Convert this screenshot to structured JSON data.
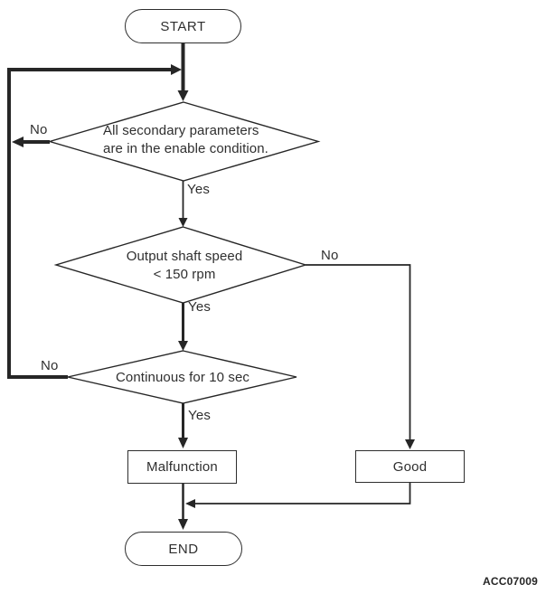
{
  "nodes": {
    "start": {
      "label": "START",
      "type": "terminator"
    },
    "decision1": {
      "line1": "All secondary parameters",
      "line2": "are in the enable condition.",
      "type": "decision"
    },
    "decision2": {
      "line1": "Output shaft speed",
      "line2": "< 150 rpm",
      "type": "decision"
    },
    "decision3": {
      "label": "Continuous for 10 sec",
      "type": "decision"
    },
    "malfunction": {
      "label": "Malfunction",
      "type": "process"
    },
    "good": {
      "label": "Good",
      "type": "process"
    },
    "end": {
      "label": "END",
      "type": "terminator"
    }
  },
  "edges": {
    "d1_no": {
      "label": "No"
    },
    "d1_yes": {
      "label": "Yes"
    },
    "d2_no": {
      "label": "No"
    },
    "d2_yes": {
      "label": "Yes"
    },
    "d3_no": {
      "label": "No"
    },
    "d3_yes": {
      "label": "Yes"
    }
  },
  "figure_code": "ACC07009",
  "colors": {
    "line": "#262626",
    "text": "#2f2f2f",
    "background": "#ffffff"
  }
}
